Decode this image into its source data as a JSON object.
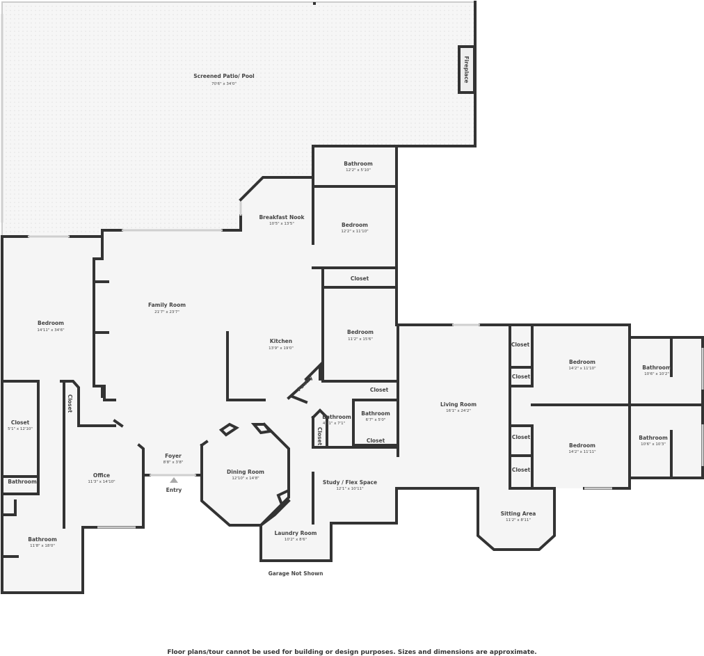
{
  "plan": {
    "rooms": [
      {
        "id": "patio",
        "name": "Screened Patio/ Pool",
        "dims": "70'6\" x 34'0\""
      },
      {
        "id": "fireplace",
        "name": "Fireplace",
        "dims": ""
      },
      {
        "id": "bath-top",
        "name": "Bathroom",
        "dims": "12'2\" x 5'10\""
      },
      {
        "id": "nook",
        "name": "Breakfast Nook",
        "dims": "10'5\" x 13'5\""
      },
      {
        "id": "bed-top",
        "name": "Bedroom",
        "dims": "12'2\" x 11'10\""
      },
      {
        "id": "closet-top",
        "name": "Closet",
        "dims": ""
      },
      {
        "id": "family",
        "name": "Family Room",
        "dims": "21'7\" x 23'7\""
      },
      {
        "id": "bed-left",
        "name": "Bedroom",
        "dims": "14'11\" x 34'6\""
      },
      {
        "id": "kitchen",
        "name": "Kitchen",
        "dims": "13'9\" x 19'0\""
      },
      {
        "id": "bed-mid",
        "name": "Bedroom",
        "dims": "11'2\" x 15'6\""
      },
      {
        "id": "pantry",
        "name": "Pantry",
        "dims": ""
      },
      {
        "id": "closet-mid",
        "name": "Closet",
        "dims": ""
      },
      {
        "id": "bath-small",
        "name": "Bathroom",
        "dims": "4'11\" x 7'1\""
      },
      {
        "id": "bath-mid",
        "name": "Bathroom",
        "dims": "6'7\" x 5'0\""
      },
      {
        "id": "closet-bath",
        "name": "Closet",
        "dims": ""
      },
      {
        "id": "closet-low",
        "name": "Closet",
        "dims": ""
      },
      {
        "id": "living",
        "name": "Living Room",
        "dims": "16'1\" x 24'2\""
      },
      {
        "id": "closet-r1",
        "name": "Closet",
        "dims": ""
      },
      {
        "id": "closet-r2",
        "name": "Closet",
        "dims": ""
      },
      {
        "id": "bed-r1",
        "name": "Bedroom",
        "dims": "14'2\" x 11'10\""
      },
      {
        "id": "bath-r1",
        "name": "Bathroom",
        "dims": "10'6\" x 10'2\""
      },
      {
        "id": "closet-r3",
        "name": "Closet",
        "dims": ""
      },
      {
        "id": "closet-r4",
        "name": "Closet",
        "dims": ""
      },
      {
        "id": "bed-r2",
        "name": "Bedroom",
        "dims": "14'2\" x 11'11\""
      },
      {
        "id": "bath-r2",
        "name": "Bathroom",
        "dims": "10'6\" x 10'3\""
      },
      {
        "id": "closet-left",
        "name": "Closet",
        "dims": "5'1\" x 12'10\""
      },
      {
        "id": "closet-left2",
        "name": "Closet",
        "dims": ""
      },
      {
        "id": "bath-left-small",
        "name": "Bathroom",
        "dims": ""
      },
      {
        "id": "office",
        "name": "Office",
        "dims": "11'3\" x 14'10\""
      },
      {
        "id": "foyer",
        "name": "Foyer",
        "dims": "8'8\" x 3'8\""
      },
      {
        "id": "dining",
        "name": "Dining Room",
        "dims": "12'10\" x 14'8\""
      },
      {
        "id": "study",
        "name": "Study / Flex Space",
        "dims": "12'1\" x 10'11\""
      },
      {
        "id": "sitting",
        "name": "Sitting Area",
        "dims": "11'2\" x 8'11\""
      },
      {
        "id": "bath-left-big",
        "name": "Bathroom",
        "dims": "11'8\" x 18'0\""
      },
      {
        "id": "laundry",
        "name": "Laundry Room",
        "dims": "10'2\" x 8'6\""
      }
    ],
    "entry_label": "Entry",
    "garage_note": "Garage Not Shown",
    "disclaimer": "Floor plans/tour cannot be used for building or design purposes. Sizes and dimensions are approximate."
  }
}
